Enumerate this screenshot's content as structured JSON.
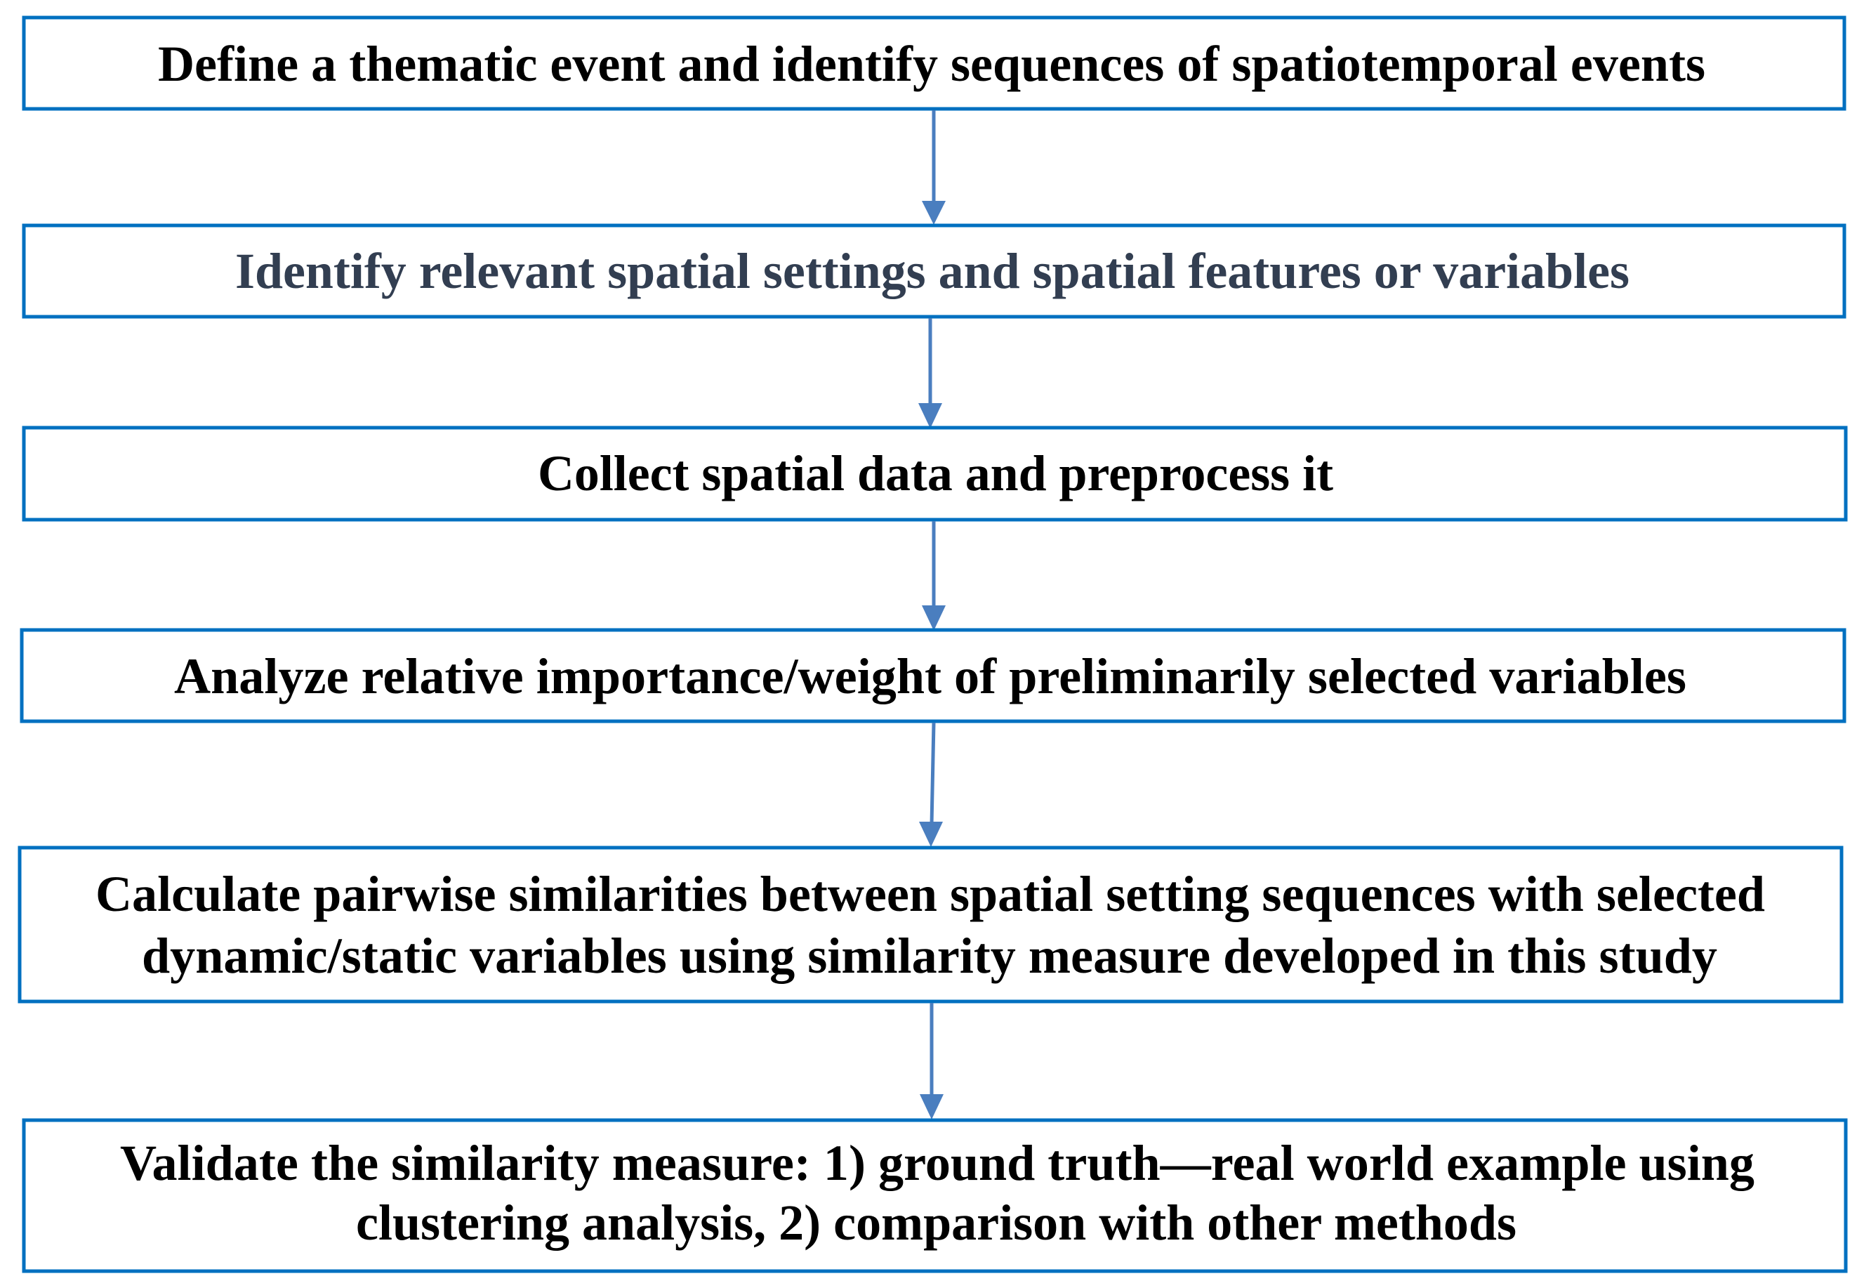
{
  "diagram": {
    "type": "flowchart",
    "direction": "top-to-bottom",
    "colors": {
      "box_border": "#0070c0",
      "arrow": "#4a7ebf",
      "text_default": "#000000",
      "text_step2": "#323e51",
      "background": "#ffffff"
    },
    "steps": [
      {
        "lines": [
          "Define a thematic event and identify sequences of spatiotemporal events"
        ]
      },
      {
        "lines": [
          "Identify relevant spatial settings and spatial features or variables"
        ]
      },
      {
        "lines": [
          "Collect  spatial data and preprocess it"
        ]
      },
      {
        "lines": [
          "Analyze relative importance/weight of preliminarily selected variables"
        ]
      },
      {
        "lines": [
          "Calculate  pairwise similarities between spatial setting sequences with selected",
          "dynamic/static variables using similarity measure developed in this study"
        ]
      },
      {
        "lines": [
          "Validate the similarity measure: 1) ground truth—real world example using",
          "clustering analysis, 2) comparison with other methods"
        ]
      }
    ],
    "arrows": [
      {
        "from": 1,
        "to": 2
      },
      {
        "from": 2,
        "to": 3
      },
      {
        "from": 3,
        "to": 4
      },
      {
        "from": 4,
        "to": 5
      },
      {
        "from": 5,
        "to": 6
      }
    ]
  }
}
